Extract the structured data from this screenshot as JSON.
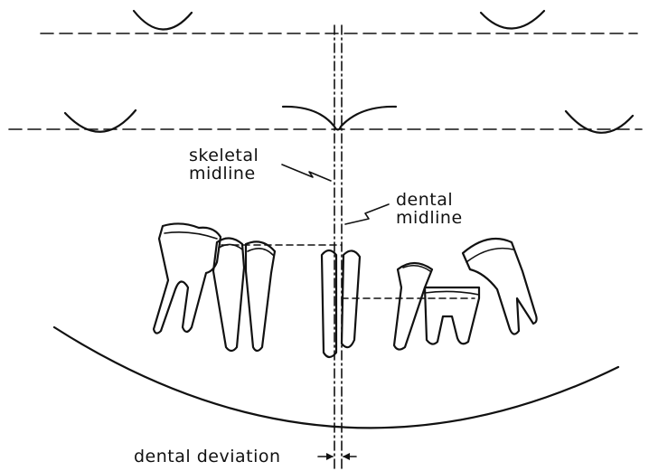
{
  "labels": {
    "skeletal_midline_line1": "skeletal",
    "skeletal_midline_line2": "midline",
    "dental_midline_line1": "dental",
    "dental_midline_line2": "midline",
    "dental_deviation": "dental   deviation"
  },
  "colors": {
    "ink": "#111111",
    "background": "#ffffff"
  }
}
